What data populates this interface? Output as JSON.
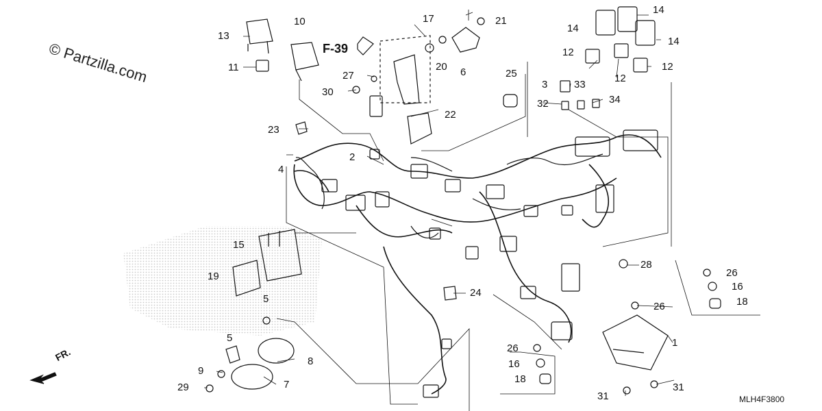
{
  "watermark": "© Partzilla.com",
  "reference_ref": "F-39",
  "direction_label": "FR.",
  "diagram_code": "MLH4F3800",
  "callouts": [
    {
      "id": "c1",
      "text": "1"
    },
    {
      "id": "c2",
      "text": "2"
    },
    {
      "id": "c3",
      "text": "3"
    },
    {
      "id": "c4",
      "text": "4"
    },
    {
      "id": "c5a",
      "text": "5"
    },
    {
      "id": "c5b",
      "text": "5"
    },
    {
      "id": "c6",
      "text": "6"
    },
    {
      "id": "c7",
      "text": "7"
    },
    {
      "id": "c8",
      "text": "8"
    },
    {
      "id": "c9",
      "text": "9"
    },
    {
      "id": "c10",
      "text": "10"
    },
    {
      "id": "c11",
      "text": "11"
    },
    {
      "id": "c12a",
      "text": "12"
    },
    {
      "id": "c12b",
      "text": "12"
    },
    {
      "id": "c12c",
      "text": "12"
    },
    {
      "id": "c13",
      "text": "13"
    },
    {
      "id": "c14a",
      "text": "14"
    },
    {
      "id": "c14b",
      "text": "14"
    },
    {
      "id": "c14c",
      "text": "14"
    },
    {
      "id": "c15",
      "text": "15"
    },
    {
      "id": "c16a",
      "text": "16"
    },
    {
      "id": "c16b",
      "text": "16"
    },
    {
      "id": "c17",
      "text": "17"
    },
    {
      "id": "c18a",
      "text": "18"
    },
    {
      "id": "c18b",
      "text": "18"
    },
    {
      "id": "c19",
      "text": "19"
    },
    {
      "id": "c20",
      "text": "20"
    },
    {
      "id": "c21",
      "text": "21"
    },
    {
      "id": "c22",
      "text": "22"
    },
    {
      "id": "c23",
      "text": "23"
    },
    {
      "id": "c24",
      "text": "24"
    },
    {
      "id": "c25",
      "text": "25"
    },
    {
      "id": "c26a",
      "text": "26"
    },
    {
      "id": "c26b",
      "text": "26"
    },
    {
      "id": "c26c",
      "text": "26"
    },
    {
      "id": "c27",
      "text": "27"
    },
    {
      "id": "c28",
      "text": "28"
    },
    {
      "id": "c29",
      "text": "29"
    },
    {
      "id": "c30",
      "text": "30"
    },
    {
      "id": "c31a",
      "text": "31"
    },
    {
      "id": "c31b",
      "text": "31"
    },
    {
      "id": "c32",
      "text": "32"
    },
    {
      "id": "c33",
      "text": "33"
    },
    {
      "id": "c34",
      "text": "34"
    }
  ],
  "colors": {
    "ink": "#111111",
    "stipple": "#d4d4d4",
    "background": "#ffffff"
  }
}
